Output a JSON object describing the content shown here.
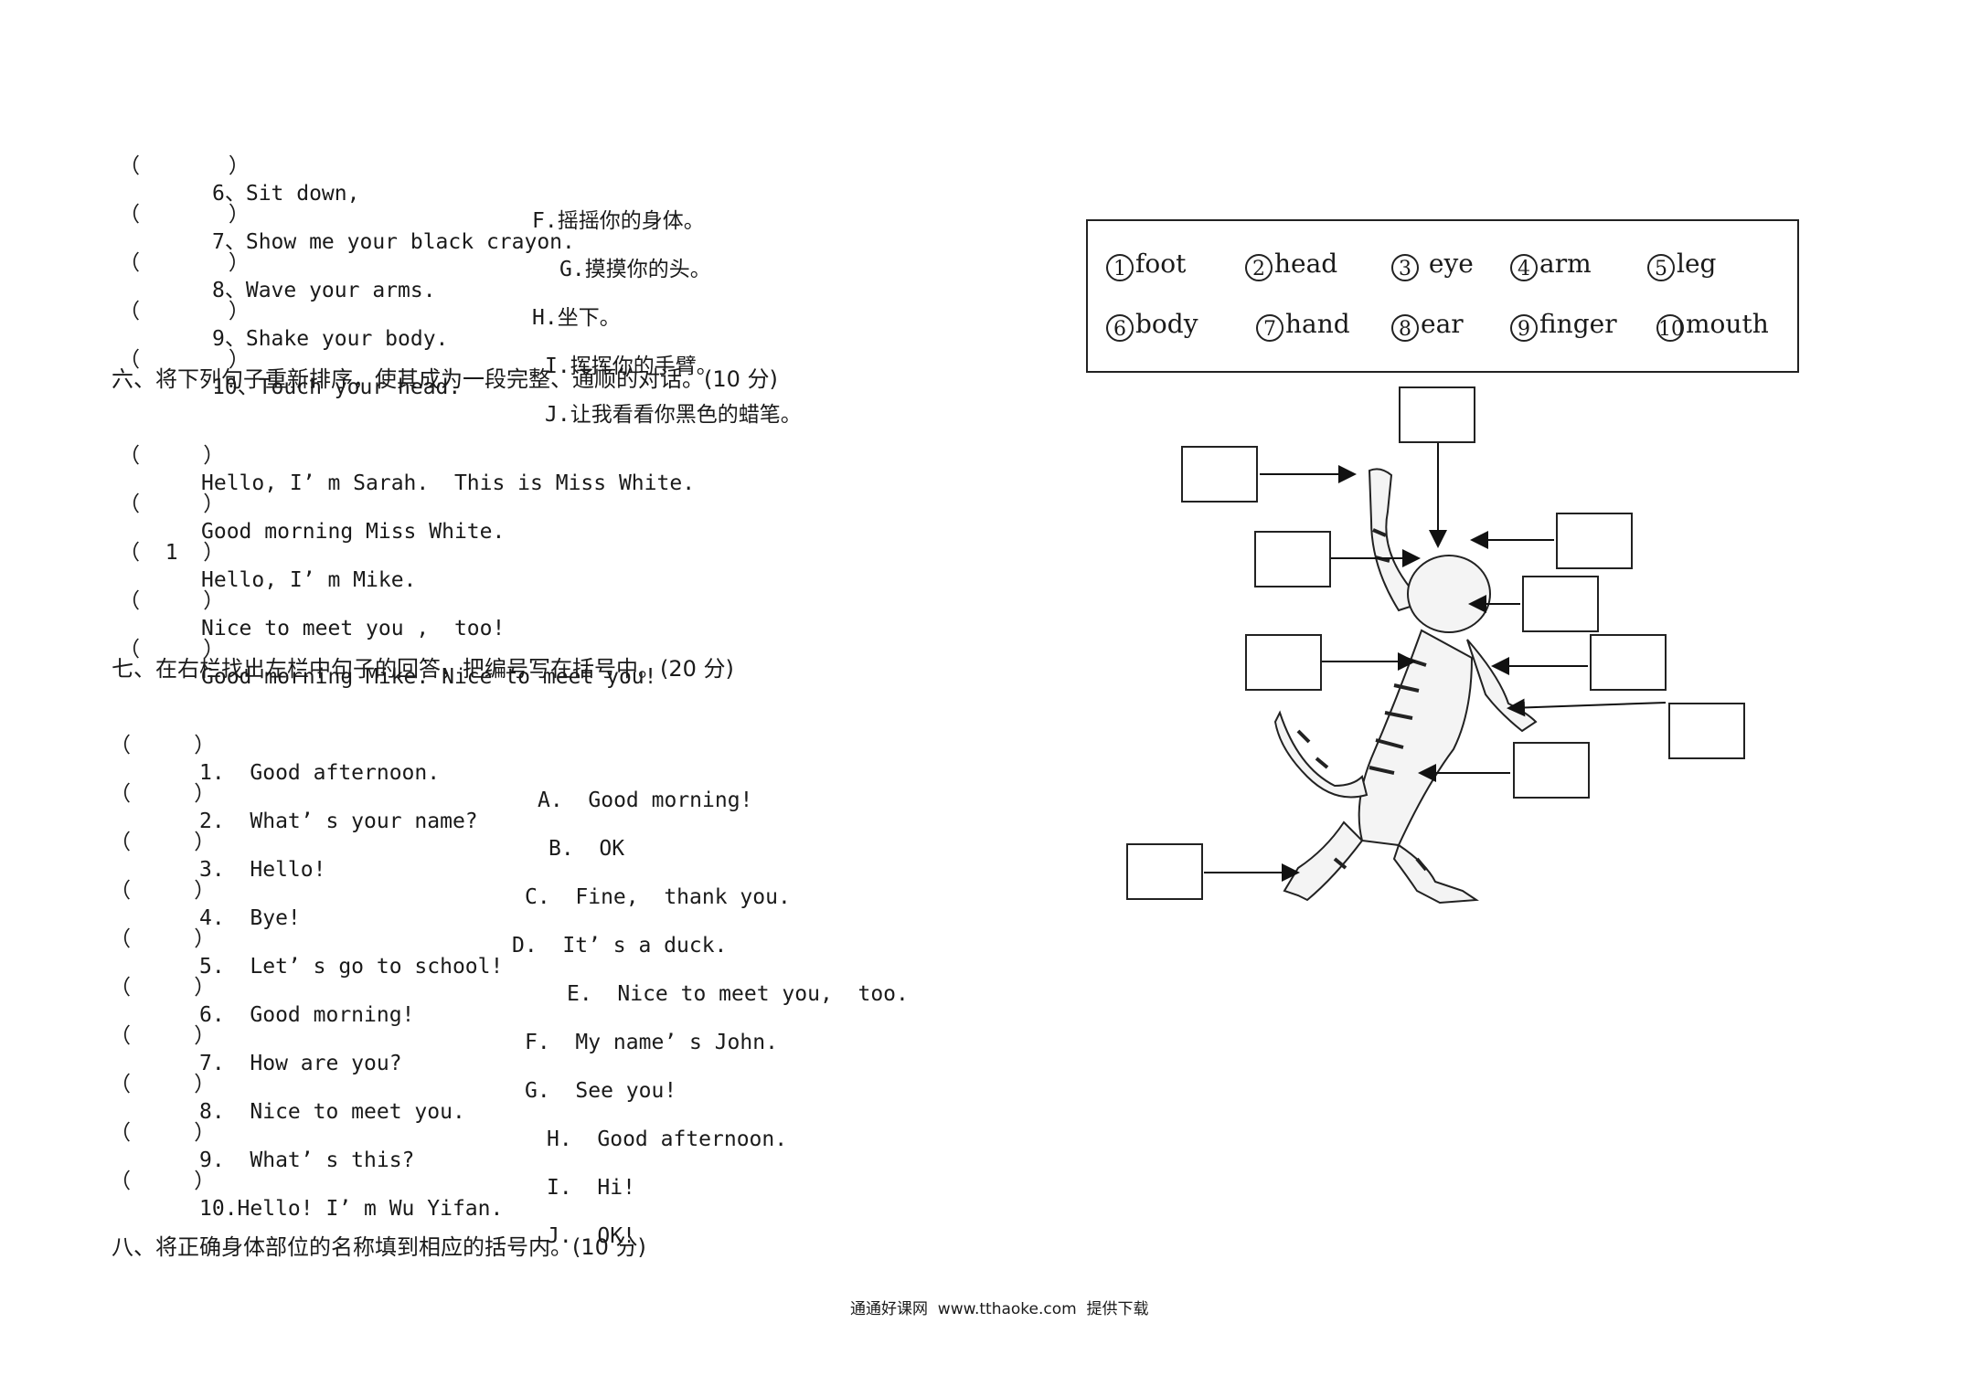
{
  "part5": [
    {
      "paren": "（       ）",
      "item": "6、Sit down,",
      "answer": "F.摇摇你的身体。"
    },
    {
      "paren": "（       ）",
      "item": "7、Show me your black crayon.",
      "answer": "G.摸摸你的头。"
    },
    {
      "paren": "（       ）",
      "item": "8、Wave your arms.",
      "answer": "H.坐下。"
    },
    {
      "paren": "（       ）",
      "item": "9、Shake your body.",
      "answer": "I.挥挥你的手臂。"
    },
    {
      "paren": "（       ）",
      "item": "10、Touch your head.",
      "answer": "J.让我看看你黑色的蜡笔。"
    }
  ],
  "part6": {
    "title": "六、将下列句子重新排序，使其成为一段完整、通顺的对话。(10 分)",
    "items": [
      {
        "paren": "（     ）",
        "text": "Hello, I’ m Sarah.  This is Miss White."
      },
      {
        "paren": "（     ）",
        "text": "Good morning Miss White."
      },
      {
        "paren": "（  1  ）",
        "text": "Hello, I’ m Mike."
      },
      {
        "paren": "（     ）",
        "text": "Nice to meet you ,  too!"
      },
      {
        "paren": "（     ）",
        "text": "Good morning Mike. Nice to meet you!"
      }
    ]
  },
  "part7": {
    "title": "七、在右栏找出左栏中句子的回答，把编号写在括号中。(20 分)",
    "items": [
      {
        "paren": "（     ）",
        "q": "1.  Good afternoon.",
        "a": "A.  Good morning!"
      },
      {
        "paren": "（     ）",
        "q": "2.  What’ s your name?",
        "a": "B.  OK"
      },
      {
        "paren": "（     ）",
        "q": "3.  Hello!",
        "a": "C.  Fine,  thank you."
      },
      {
        "paren": "（     ）",
        "q": "4.  Bye!",
        "a": "D.  It’ s a duck."
      },
      {
        "paren": "（     ）",
        "q": "5.  Let’ s go to school!",
        "a": "E.  Nice to meet you,  too."
      },
      {
        "paren": "（     ）",
        "q": "6.  Good morning!",
        "a": "F.  My name’ s John."
      },
      {
        "paren": "（     ）",
        "q": "7.  How are you?",
        "a": "G.  See you!"
      },
      {
        "paren": "（     ）",
        "q": "8.  Nice to meet you.",
        "a": "H.  Good afternoon."
      },
      {
        "paren": "（     ）",
        "q": "9.  What’ s this?",
        "a": "I.  Hi!"
      },
      {
        "paren": "（     ）",
        "q": "10.Hello! I’ m Wu Yifan.",
        "a": "J.  OK!"
      }
    ]
  },
  "part8": {
    "title": "八、将正确身体部位的名称填到相应的括号内。(10 分)"
  },
  "wordbank": [
    {
      "n": "1",
      "w": "foot"
    },
    {
      "n": "2",
      "w": "head"
    },
    {
      "n": "3",
      "w": "eye"
    },
    {
      "n": "4",
      "w": "arm"
    },
    {
      "n": "5",
      "w": "leg"
    },
    {
      "n": "6",
      "w": "body"
    },
    {
      "n": "7",
      "w": "hand"
    },
    {
      "n": "8",
      "w": "ear"
    },
    {
      "n": "9",
      "w": "finger"
    },
    {
      "n": "10",
      "w": "mouth"
    }
  ],
  "footer": "通通好课网  www.tthaoke.com  提供下载"
}
